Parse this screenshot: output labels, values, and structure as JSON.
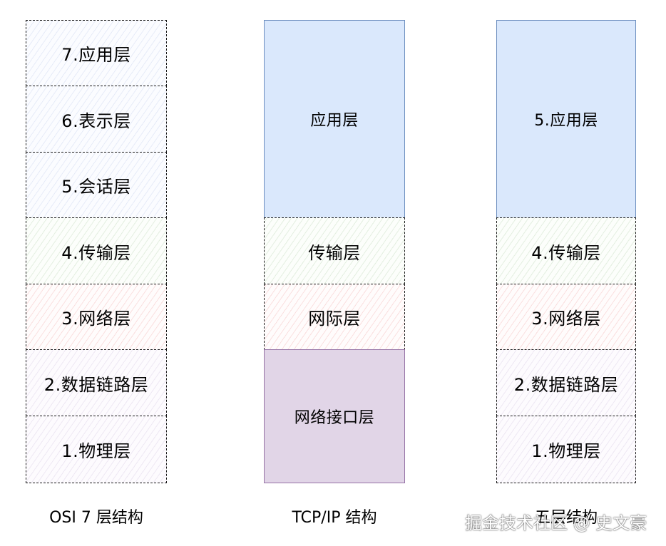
{
  "osi": {
    "caption": "OSI 7 层结构",
    "layers": [
      "7.应用层",
      "6.表示层",
      "5.会话层",
      "4.传输层",
      "3.网络层",
      "2.数据链路层",
      "1.物理层"
    ]
  },
  "tcpip": {
    "caption": "TCP/IP 结构",
    "layers": [
      "应用层",
      "传输层",
      "网际层",
      "网络接口层"
    ]
  },
  "five": {
    "caption": "五层结构",
    "layers": [
      "5.应用层",
      "4.传输层",
      "3.网络层",
      "2.数据链路层",
      "1.物理层"
    ]
  },
  "watermark": "掘金技术社区 @ 史文豪"
}
